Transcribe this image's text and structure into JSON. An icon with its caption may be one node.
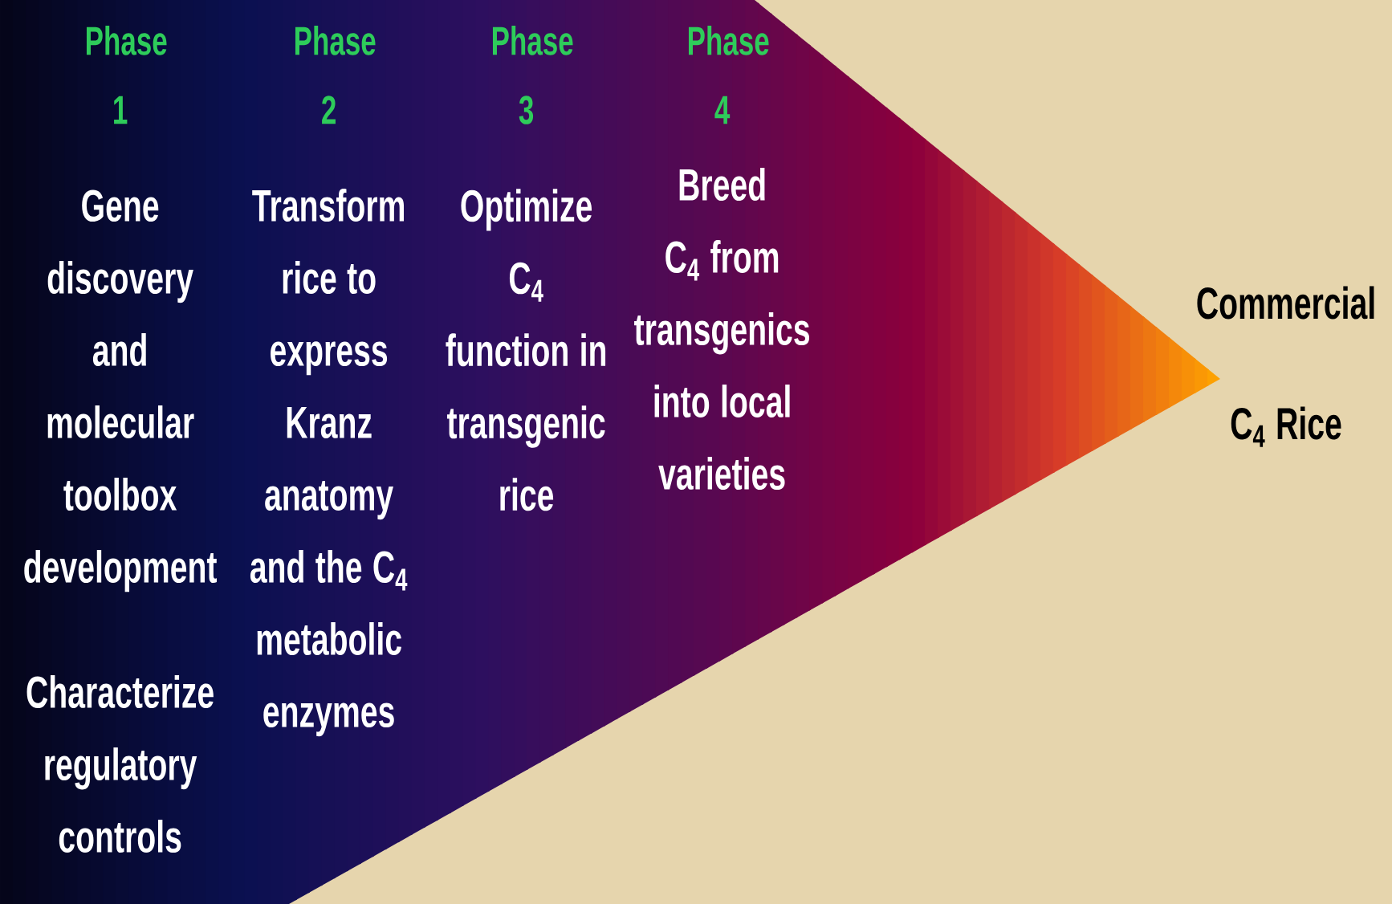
{
  "diagram": {
    "nodes": [
      {
        "text": [],
        "shape": "triangle"
      },
      {
        "text": [
          "Phase 1",
          "Gene discovery and molecular toolbox development",
          "Characterize regulatory controls"
        ],
        "in": 0
      },
      {
        "text": [
          "Phase 2",
          "Transform rice to express Kranz anatomy and the C$_{4}$ metabolic enzymes"
        ],
        "in": 0
      },
      {
        "text": [
          "Phase 3",
          "Optimize C$_{4}$ function in transgenic rice"
        ],
        "in": 0
      },
      {
        "text": [
          "Phase 4",
          "Breed C$_{4}$ from transgenics into local varieties"
        ],
        "in": 0
      }
    ],
    "labels": [
      "Commercial C$_{4}$ Rice"
    ]
  }
}
